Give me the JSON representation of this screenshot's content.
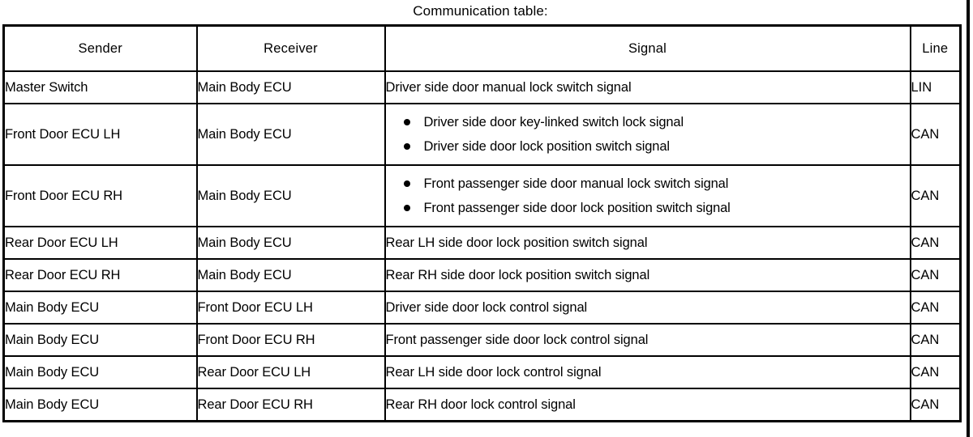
{
  "caption": "Communication table:",
  "table": {
    "columns": [
      "Sender",
      "Receiver",
      "Signal",
      "Line"
    ],
    "rows": [
      {
        "sender": "Master Switch",
        "receiver": "Main Body ECU",
        "signal": "Driver side door manual lock switch signal",
        "signal_items": [],
        "line": "LIN"
      },
      {
        "sender": "Front Door ECU LH",
        "receiver": "Main Body ECU",
        "signal": "",
        "signal_items": [
          "Driver side door key-linked switch lock signal",
          "Driver side door lock position switch signal"
        ],
        "line": "CAN"
      },
      {
        "sender": "Front Door ECU RH",
        "receiver": "Main Body ECU",
        "signal": "",
        "signal_items": [
          "Front passenger side door manual lock switch signal",
          "Front passenger side door lock position switch signal"
        ],
        "line": "CAN"
      },
      {
        "sender": "Rear Door ECU LH",
        "receiver": "Main Body ECU",
        "signal": "Rear LH side door lock position switch signal",
        "signal_items": [],
        "line": "CAN"
      },
      {
        "sender": "Rear Door ECU RH",
        "receiver": "Main Body ECU",
        "signal": "Rear RH side door lock position switch signal",
        "signal_items": [],
        "line": "CAN"
      },
      {
        "sender": "Main Body ECU",
        "receiver": "Front Door ECU LH",
        "signal": "Driver side door lock control signal",
        "signal_items": [],
        "line": "CAN"
      },
      {
        "sender": "Main Body ECU",
        "receiver": "Front Door ECU RH",
        "signal": "Front passenger side door lock control signal",
        "signal_items": [],
        "line": "CAN"
      },
      {
        "sender": "Main Body ECU",
        "receiver": "Rear Door ECU LH",
        "signal": "Rear LH side door lock control signal",
        "signal_items": [],
        "line": "CAN"
      },
      {
        "sender": "Main Body ECU",
        "receiver": "Rear Door ECU RH",
        "signal": "Rear RH door lock control signal",
        "signal_items": [],
        "line": "CAN"
      }
    ]
  }
}
